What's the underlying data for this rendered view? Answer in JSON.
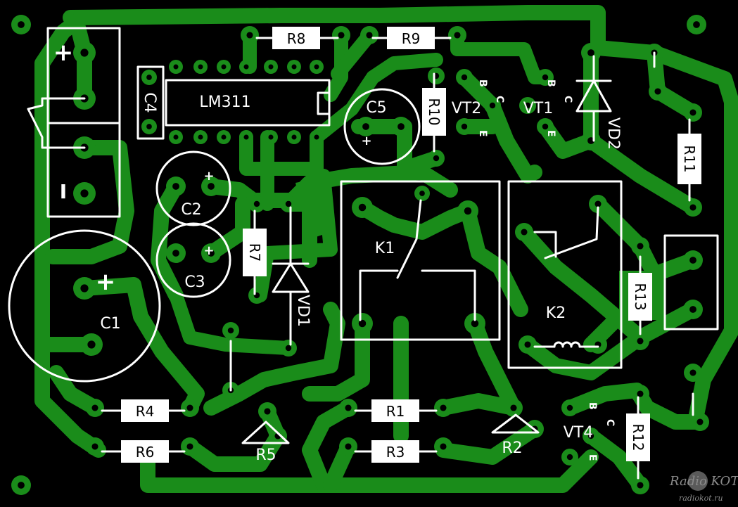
{
  "board": {
    "background": "#000000",
    "copper_color": "#1a8c1a",
    "silk_color": "#ffffff"
  },
  "labels": {
    "r8": "R8",
    "r9": "R9",
    "r10": "R10",
    "r11": "R11",
    "r12": "R12",
    "r13": "R13",
    "r1": "R1",
    "r2": "R2",
    "r3": "R3",
    "r4": "R4",
    "r5": "R5",
    "r6": "R6",
    "r7": "R7",
    "c1": "C1",
    "c2": "C2",
    "c3": "C3",
    "c4": "C4",
    "c5": "C5",
    "ic": "LM311",
    "vt1": "VT1",
    "vt2": "VT2",
    "vt4": "VT4",
    "vd1": "VD1",
    "vd2": "VD2",
    "k1": "K1",
    "k2": "K2",
    "plus": "+",
    "minus": "I",
    "pin_b": "B",
    "pin_c": "C",
    "pin_e": "E"
  },
  "watermark": {
    "main": "Radio KOT",
    "sub": "radiokot.ru"
  }
}
